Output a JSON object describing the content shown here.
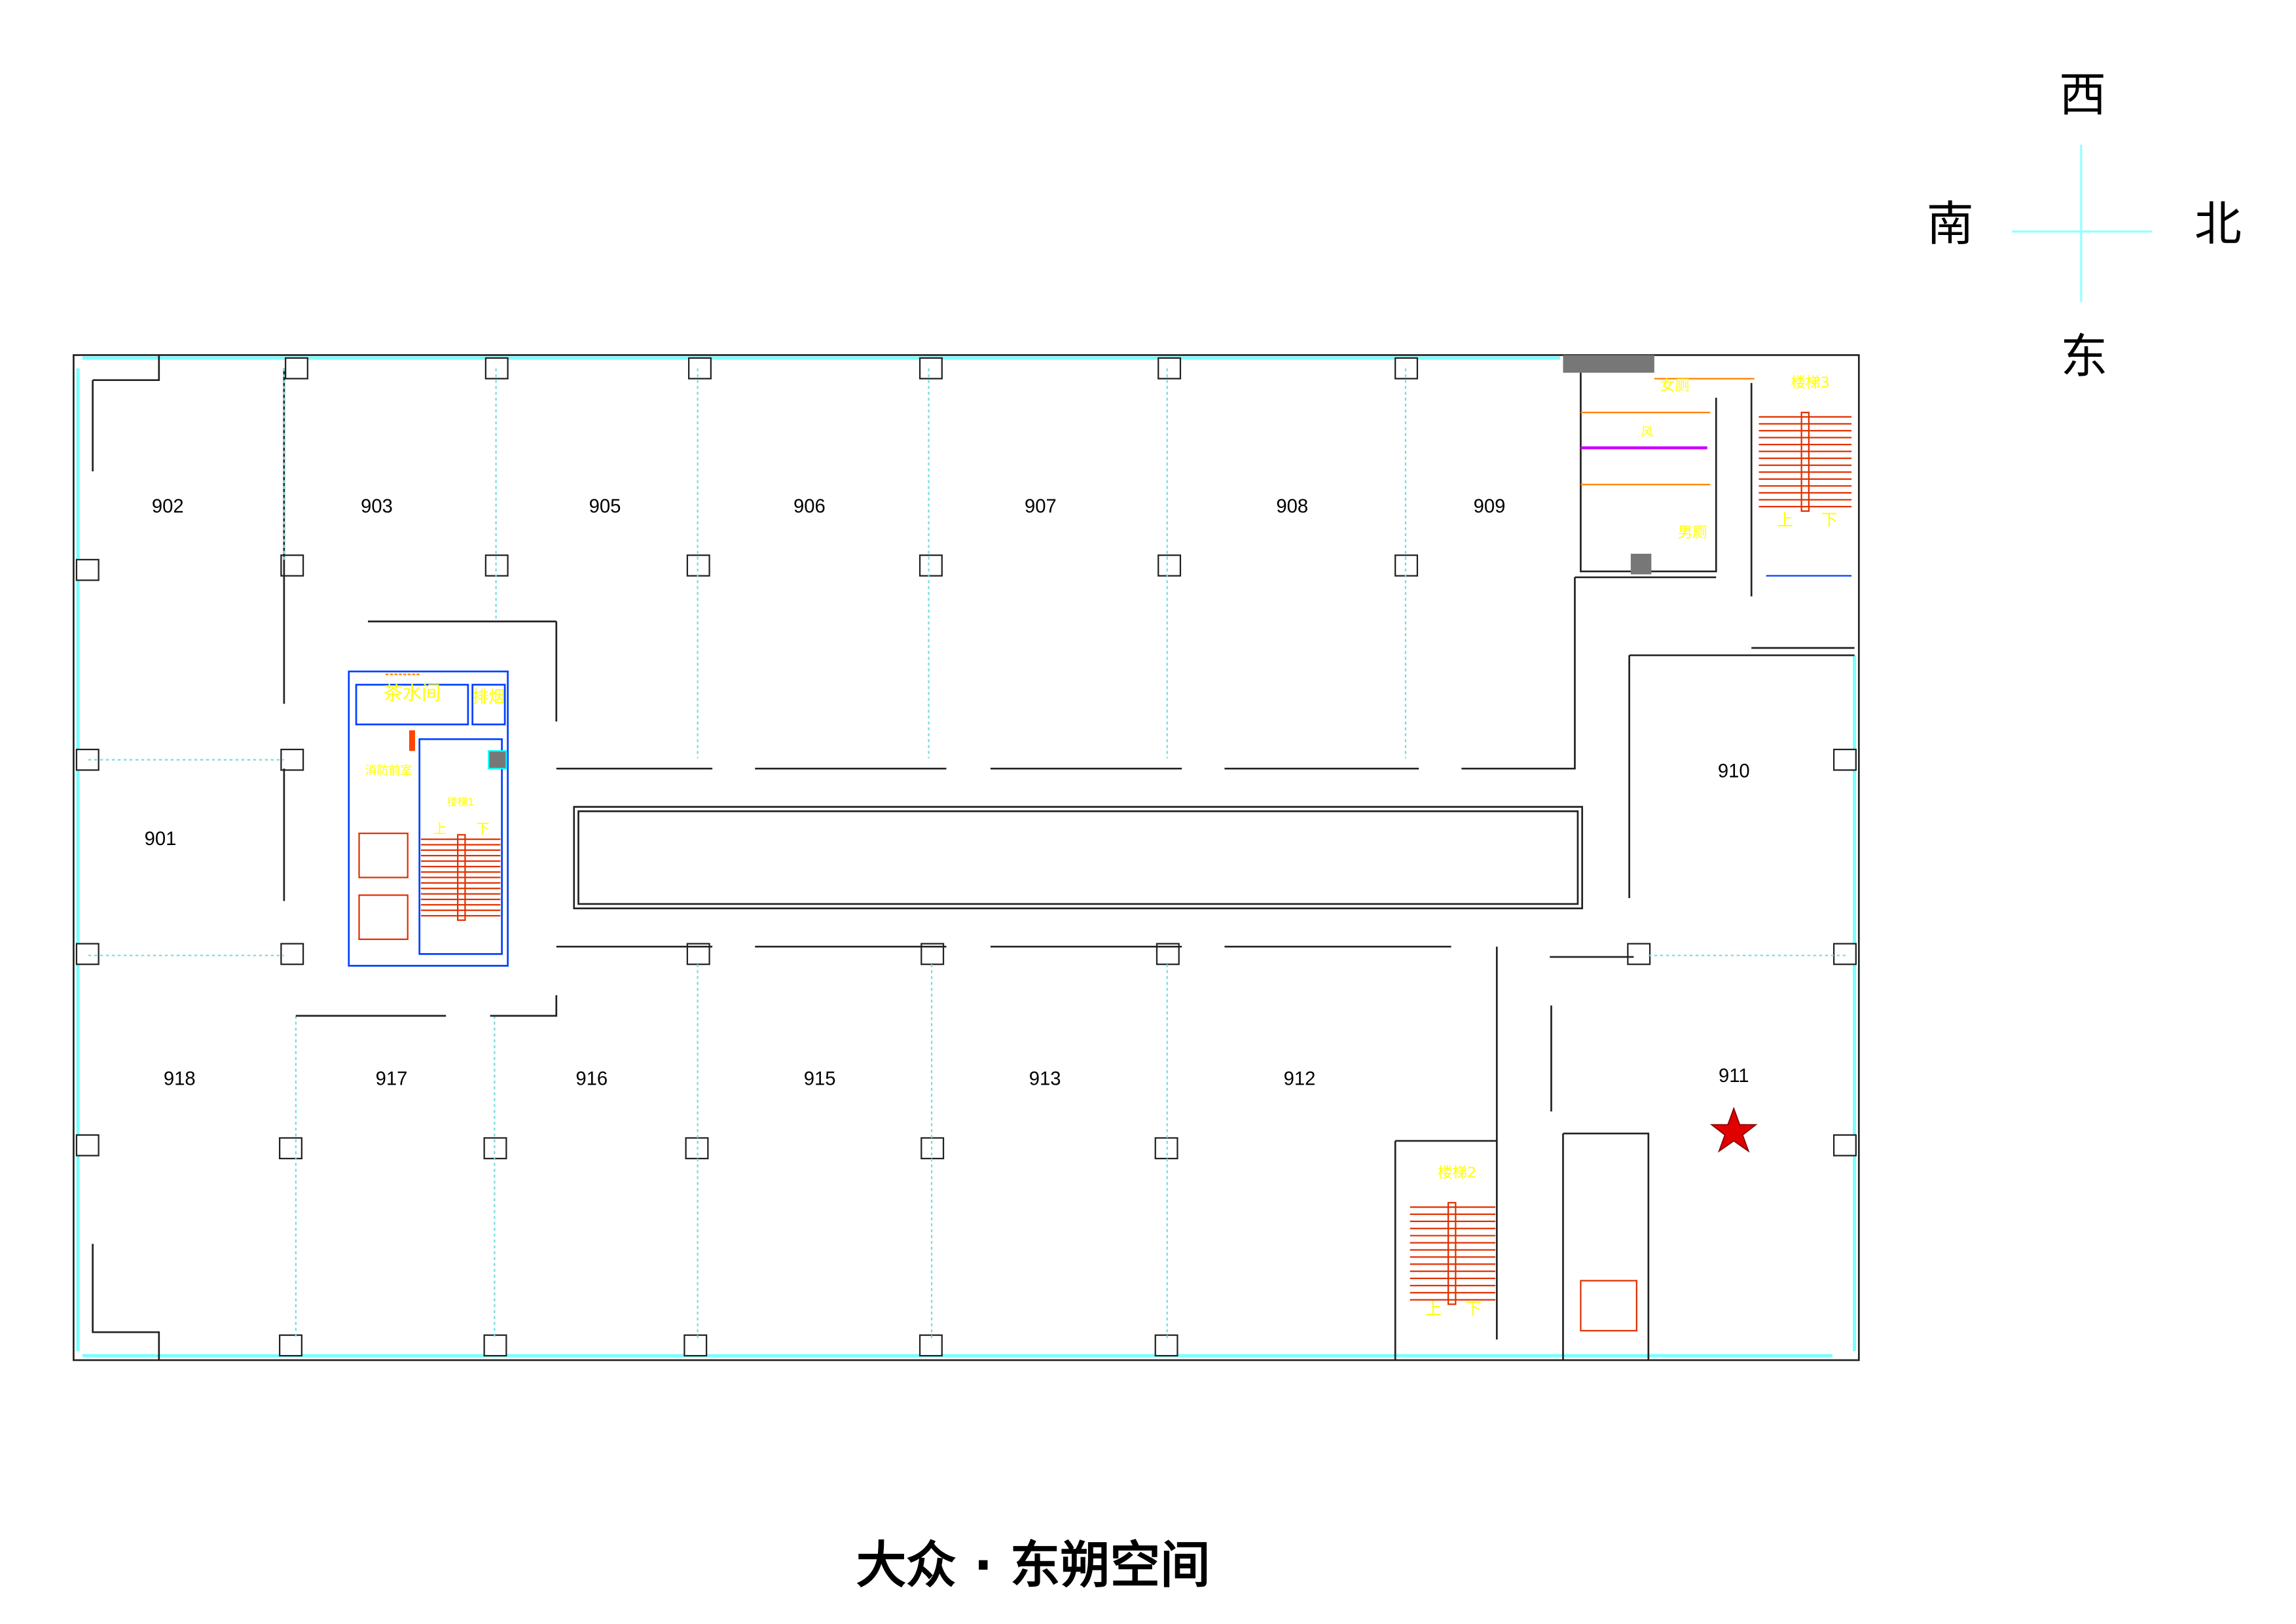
{
  "title": "大众 · 东朔空间",
  "compass": {
    "top": "西",
    "left": "南",
    "right": "北",
    "bottom": "东"
  },
  "rooms": [
    "902",
    "903",
    "905",
    "906",
    "907",
    "908",
    "909",
    "901",
    "910",
    "918",
    "917",
    "916",
    "915",
    "913",
    "912",
    "911"
  ],
  "labels": {
    "tea_room": "茶水间",
    "smoke_exhaust": "排烟",
    "fire_lobby": "消防前室",
    "stair1": "楼梯1",
    "stair2": "楼梯2",
    "stair3": "楼梯3",
    "womens_restroom": "女厕",
    "mens_restroom": "男厕",
    "vent": "风",
    "up": "上",
    "down": "下"
  },
  "marker": {
    "room": "911",
    "color": "#e00000"
  }
}
